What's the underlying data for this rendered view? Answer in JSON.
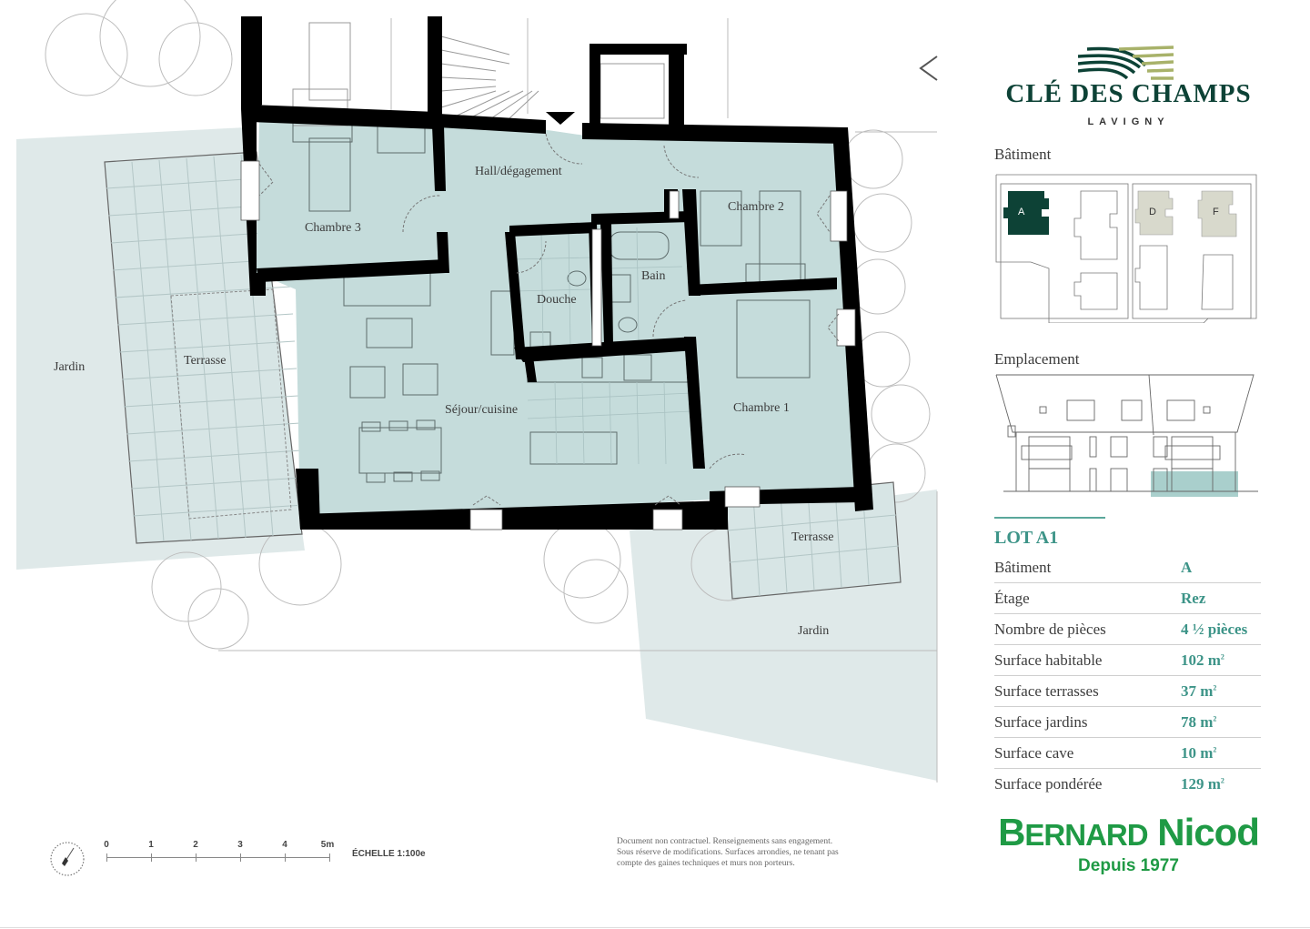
{
  "project": {
    "name": "CLÉ DES CHAMPS",
    "location": "LAVIGNY",
    "logo_colors": {
      "dark": "#0d4236",
      "light": "#a8b26a"
    }
  },
  "sidebar": {
    "building_section_title": "Bâtiment",
    "site_plan": {
      "buildings": [
        {
          "label": "A",
          "state": "selected",
          "color": "#0d4236"
        },
        {
          "label": "D",
          "state": "highlighted",
          "color": "#d8d9cc"
        },
        {
          "label": "F",
          "state": "highlighted",
          "color": "#d8d9cc"
        }
      ]
    },
    "location_section_title": "Emplacement",
    "elevation_highlight_color": "#a9cfcc"
  },
  "lot": {
    "title": "LOT A1",
    "specs": [
      {
        "label": "Bâtiment",
        "value": "A",
        "unit": ""
      },
      {
        "label": "Étage",
        "value": "Rez",
        "unit": ""
      },
      {
        "label": "Nombre de pièces",
        "value": "4 ½ pièces",
        "unit": ""
      },
      {
        "label": "Surface habitable",
        "value": "102 m",
        "unit": "2"
      },
      {
        "label": "Surface terrasses",
        "value": "37 m",
        "unit": "2"
      },
      {
        "label": "Surface jardins",
        "value": "78 m",
        "unit": "2"
      },
      {
        "label": "Surface cave",
        "value": "10 m",
        "unit": "2"
      },
      {
        "label": "Surface  pondérée",
        "value": "129 m",
        "unit": "2"
      }
    ],
    "accent_color": "#3d9488"
  },
  "developer": {
    "name_big_1": "B",
    "name_small_1": "ERNARD",
    "name_big_2": " Nicod",
    "tagline": "Depuis 1977",
    "color": "#1f9a45"
  },
  "plan": {
    "rooms": [
      {
        "id": "hall",
        "label": "Hall/dégagement"
      },
      {
        "id": "chambre3",
        "label": "Chambre 3"
      },
      {
        "id": "chambre2",
        "label": "Chambre 2"
      },
      {
        "id": "bain",
        "label": "Bain"
      },
      {
        "id": "douche",
        "label": "Douche"
      },
      {
        "id": "sejour",
        "label": "Séjour/cuisine"
      },
      {
        "id": "chambre1",
        "label": "Chambre 1"
      },
      {
        "id": "terrasse_west",
        "label": "Terrasse"
      },
      {
        "id": "jardin_west",
        "label": "Jardin"
      },
      {
        "id": "terrasse_south",
        "label": "Terrasse"
      },
      {
        "id": "jardin_south",
        "label": "Jardin"
      }
    ],
    "colors": {
      "interior": "#c5dcdb",
      "exterior": "#dfe9e9",
      "wall": "#000000"
    },
    "entrance_marker": "down-triangle",
    "north_arrow": "compass"
  },
  "scale": {
    "ticks": [
      "0",
      "1",
      "2",
      "3",
      "4",
      "5m"
    ],
    "label": "ÉCHELLE 1:100e"
  },
  "disclaimer": {
    "lines": [
      "Document non contractuel. Renseignements sans engagement.",
      "Sous réserve de modifications. Surfaces arrondies, ne tenant pas",
      "compte des gaines techniques et murs non porteurs."
    ]
  }
}
